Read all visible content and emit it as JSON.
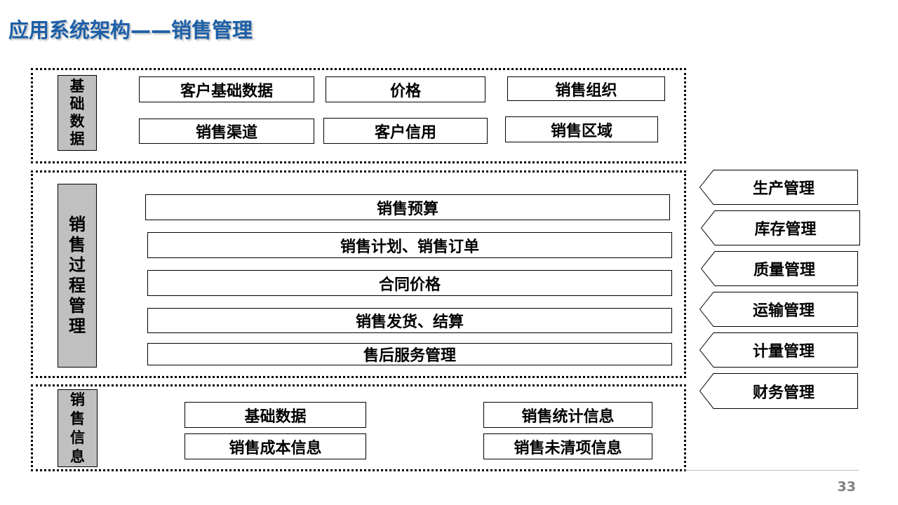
{
  "slide": {
    "title": "应用系统架构——销售管理",
    "page_number": "33"
  },
  "sections": {
    "basic_data": {
      "label": "基础数据",
      "items": [
        "客户基础数据",
        "价格",
        "销售组织",
        "销售渠道",
        "客户信用",
        "销售区域"
      ]
    },
    "sales_process": {
      "label": "销售过程管理",
      "items": [
        "销售预算",
        "销售计划、销售订单",
        "合同价格",
        "销售发货、结算",
        "售后服务管理"
      ]
    },
    "sales_info": {
      "label": "销售信息",
      "items": [
        "基础数据",
        "销售统计信息",
        "销售成本信息",
        "销售未清项信息"
      ]
    }
  },
  "related_modules": [
    "生产管理",
    "库存管理",
    "质量管理",
    "运输管理",
    "计量管理",
    "财务管理"
  ]
}
